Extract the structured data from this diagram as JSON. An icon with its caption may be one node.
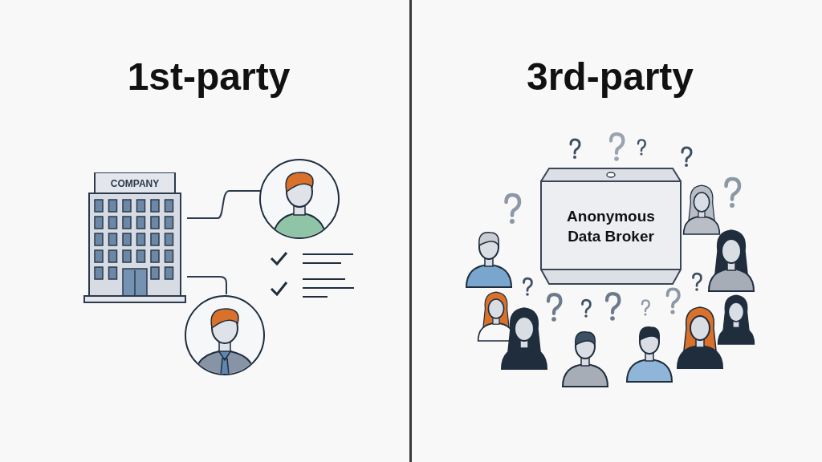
{
  "diagram": {
    "nodes": [
      {
        "text": [
          "COMPANY"
        ]
      },
      {
        "text": [],
        "shape": "picture"
      },
      {
        "text": [],
        "shape": "picture"
      },
      {
        "text": [
          "Anonymous Data Broker"
        ]
      }
    ],
    "edges": [
      {
        "from": 0,
        "to": 1,
        "arrow": "none"
      },
      {
        "from": 0,
        "to": 2,
        "arrow": "none"
      }
    ],
    "labels": [
      "1st-party",
      "3rd-party"
    ]
  }
}
